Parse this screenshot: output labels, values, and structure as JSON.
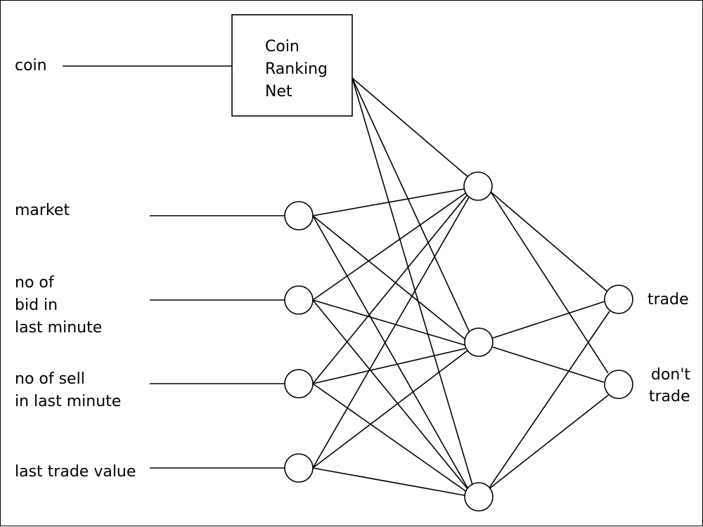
{
  "inputs": {
    "coin": [
      "coin"
    ],
    "market": [
      "market"
    ],
    "bids": [
      "no of",
      "bid in",
      "last minute"
    ],
    "sells": [
      "no of sell",
      "in last minute"
    ],
    "last_trade": [
      "last trade value"
    ]
  },
  "module": {
    "lines": [
      "Coin",
      "Ranking",
      "Net"
    ]
  },
  "outputs": {
    "trade": [
      "trade"
    ],
    "dont_trade": [
      "don't",
      "trade"
    ]
  }
}
